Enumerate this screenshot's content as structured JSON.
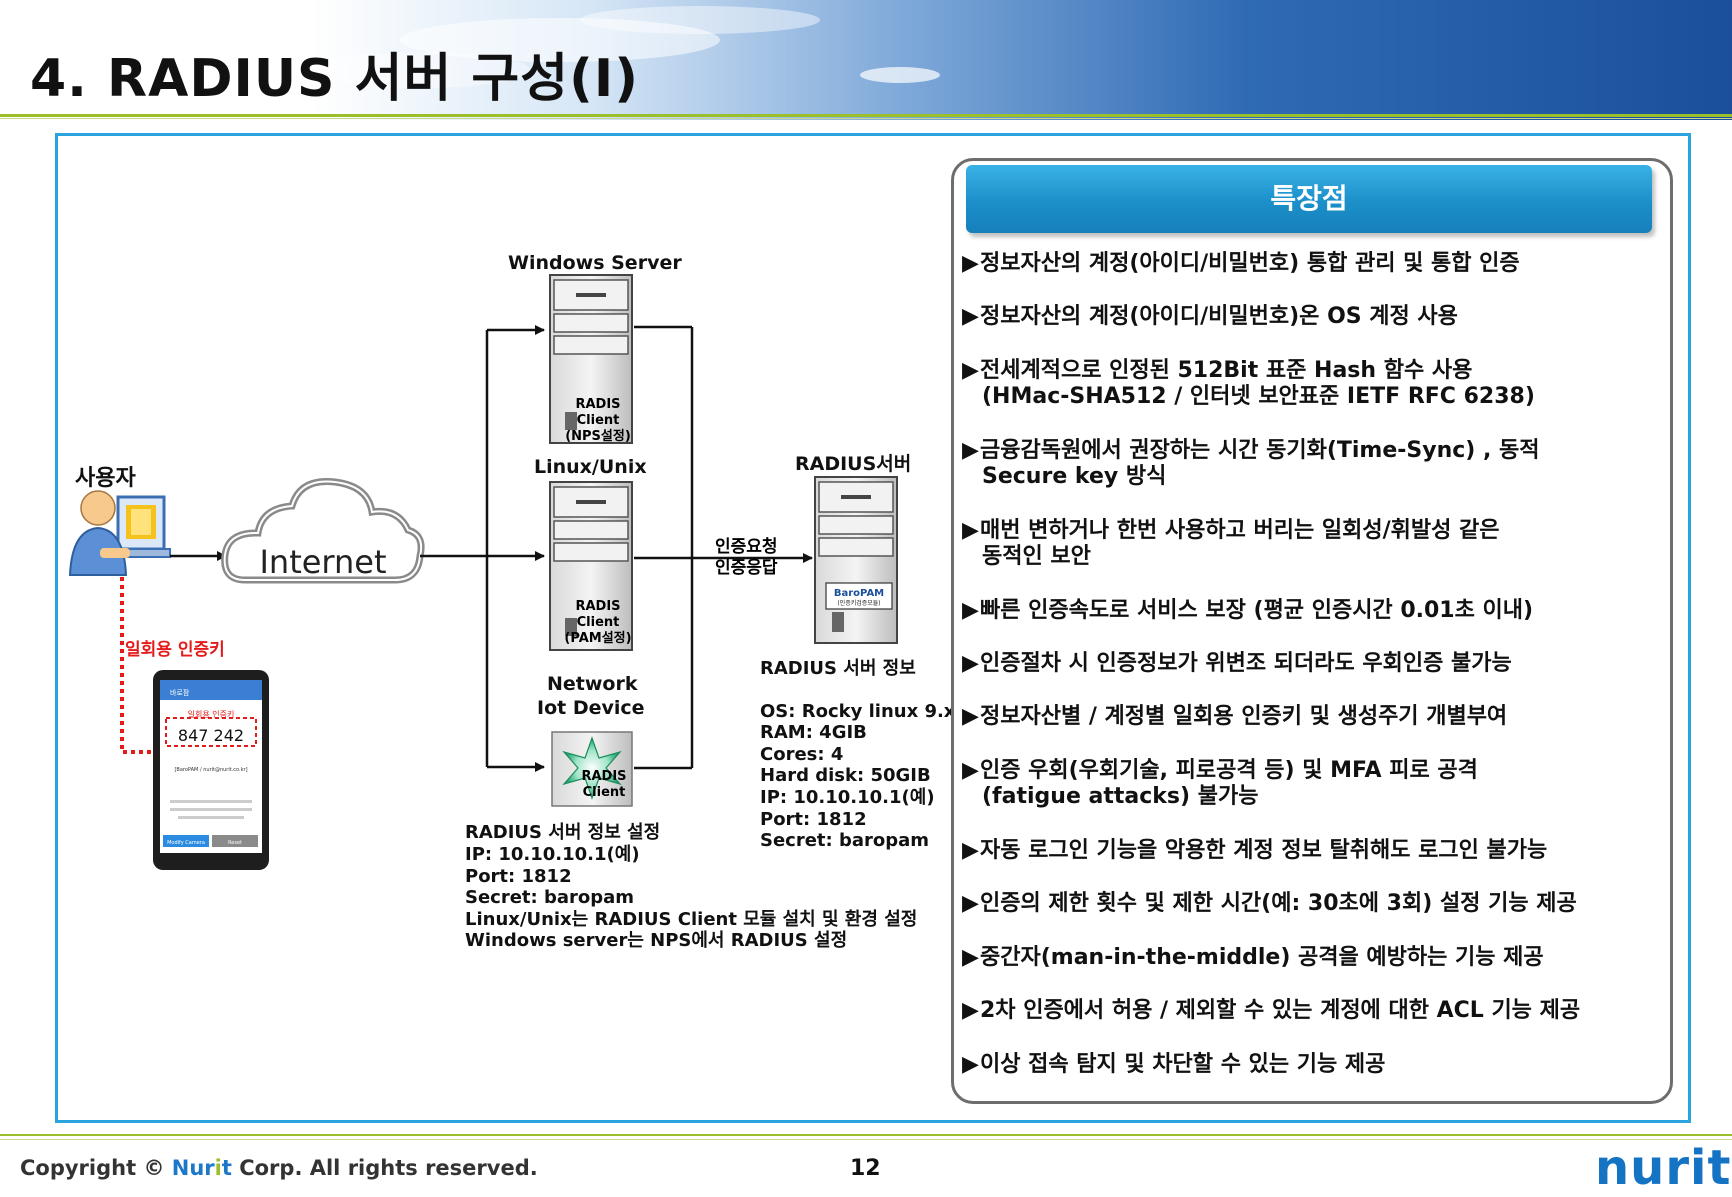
{
  "title": "4. RADIUS 서버 구성(Ⅰ)",
  "diagram": {
    "user_label": "사용자",
    "internet_label": "Internet",
    "otp_label": "일회용 인증키",
    "phone": {
      "app_title": "바로팜",
      "otp_heading": "일회용 인증키",
      "otp_code": "847 242",
      "account": "[BaroPAM / nurit@nurit.co.kr]",
      "btn_modify": "Modify Camera",
      "btn_reset": "Reset"
    },
    "windows_server_label": "Windows Server",
    "linux_label": "Linux/Unix",
    "network_label_1": "Network",
    "network_label_2": "Iot Device",
    "client_windows": [
      "RADIS",
      "Client",
      "(NPS설정)"
    ],
    "client_linux": [
      "RADIS",
      "Client",
      "(PAM설정)"
    ],
    "client_network": [
      "RADIS",
      "Client"
    ],
    "radius_server_label": "RADIUS서버",
    "baropam_label": "BaroPAM",
    "baropam_sub": "(인증키검증모듈)",
    "auth_request": "인증요청",
    "auth_response": "인증응답",
    "server_info": {
      "heading": "RADIUS 서버 정보",
      "lines": [
        "OS: Rocky linux 9.x",
        "RAM: 4GIB",
        "Cores: 4",
        "Hard disk: 50GIB",
        "IP: 10.10.10.1(예)",
        "Port: 1812",
        "Secret: baropam"
      ]
    },
    "server_setup": {
      "heading": "RADIUS 서버 정보 설정",
      "lines": [
        "IP: 10.10.10.1(예)",
        "Port: 1812",
        "Secret: baropam",
        "Linux/Unix는 RADIUS Client 모듈 설치 및 환경 설정",
        "Windows server는 NPS에서 RADIUS 설정"
      ]
    }
  },
  "features": {
    "heading": "특장점",
    "bullet": "▶",
    "items": [
      {
        "line1": "정보자산의 계정(아이디/비밀번호) 통합 관리 및 통합 인증",
        "line2": ""
      },
      {
        "line1": "정보자산의 계정(아이디/비밀번호)온 OS 계정 사용",
        "line2": ""
      },
      {
        "line1": "전세계적으로 인정된 512Bit 표준 Hash 함수 사용",
        "line2": "(HMac-SHA512 / 인터넷 보안표준 IETF RFC 6238)"
      },
      {
        "line1": "금융감독원에서 권장하는 시간 동기화(Time-Sync) , 동적",
        "line2": "Secure key 방식"
      },
      {
        "line1": "매번 변하거나 한번 사용하고 버리는 일회성/휘발성 같은",
        "line2": "동적인 보안"
      },
      {
        "line1": "빠른 인증속도로 서비스 보장 (평균 인증시간 0.01초 이내)",
        "line2": ""
      },
      {
        "line1": "인증절차 시 인증정보가 위변조 되더라도 우회인증 불가능",
        "line2": ""
      },
      {
        "line1": "정보자산별 / 계정별 일회용 인증키 및 생성주기 개별부여",
        "line2": ""
      },
      {
        "line1": "인증 우회(우회기술, 피로공격 등) 및 MFA 피로 공격",
        "line2": "(fatigue attacks) 불가능"
      },
      {
        "line1": "자동 로그인 기능을 악용한 계정 정보 탈취해도 로그인 불가능",
        "line2": ""
      },
      {
        "line1": "인증의 제한 횟수 및 제한 시간(예: 30초에 3회) 설정 기능 제공",
        "line2": ""
      },
      {
        "line1": "중간자(man-in-the-middle) 공격을 예방하는 기능 제공",
        "line2": ""
      },
      {
        "line1": "2차 인증에서 허용 / 제외할 수 있는 계정에 대한 ACL 기능 제공",
        "line2": ""
      },
      {
        "line1": "이상 접속 탐지 및 차단할 수 있는 기능 제공",
        "line2": ""
      }
    ]
  },
  "footer": {
    "copyright_pre": "Copyright © ",
    "brand_a": "Nur",
    "brand_b": "i",
    "brand_c": "t",
    "copyright_post": " Corp. All rights reserved.",
    "page": "12",
    "logo": "nurit"
  },
  "colors": {
    "frame": "#2aa3df",
    "feature_header": "#1c8fc9",
    "otp_red": "#e41b1b",
    "brand_blue": "#1573c4",
    "accent_green": "#9bbf2a"
  }
}
